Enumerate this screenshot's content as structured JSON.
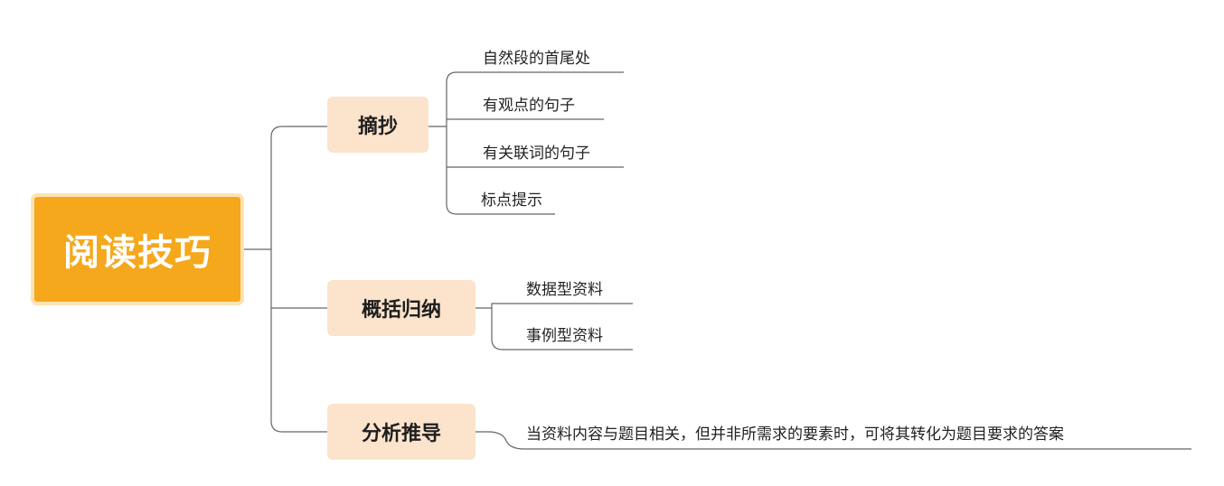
{
  "root": {
    "label": "阅读技巧"
  },
  "branches": [
    {
      "label": "摘抄",
      "items": [
        "自然段的首尾处",
        "有观点的句子",
        "有关联词的句子",
        "标点提示"
      ]
    },
    {
      "label": "概括归纳",
      "items": [
        "数据型资料",
        "事例型资料"
      ]
    },
    {
      "label": "分析推导",
      "items": [
        "当资料内容与题目相关，但并非所需求的要素时，可将其转化为题目要求的答案"
      ]
    }
  ],
  "colors": {
    "root": "#f5a81c",
    "branch": "#fbe3cc",
    "line": "#666666"
  }
}
